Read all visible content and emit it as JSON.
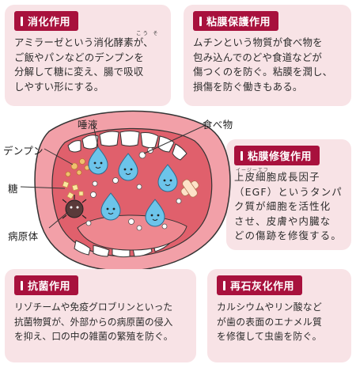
{
  "cards": {
    "digest": {
      "title": "消化作用",
      "body": "アミラーゼという消化酵素が、\nご飯やパンなどのデンプンを\n分解して糖に変え、腸で吸収\nしやすい形にする。",
      "ruby": "こう そ"
    },
    "mucosa_protect": {
      "title": "粘膜保護作用",
      "body": "ムチンという物質が食べ物を\n包み込んでのどや食道などが\n傷つくのを防ぐ。粘膜を潤し、\n損傷を防ぐ働きもある。"
    },
    "mucosa_repair": {
      "title": "粘膜修復作用",
      "body": "上皮細胞成長因子\n（EGF）というタンパ\nク質が細胞を活性化\nさせ、皮膚や内臓な\nどの傷跡を修復する。",
      "ruby": "イージーエフ"
    },
    "antibacterial": {
      "title": "抗菌作用",
      "body": "リゾチームや免疫グロブリンといった\n抗菌物質が、外部からの病原菌の侵入\nを抑え、口の中の雑菌の繁殖を防ぐ。"
    },
    "remineral": {
      "title": "再石灰化作用",
      "body": "カルシウムやリン酸など\nが歯の表面のエナメル質\nを修復して虫歯を防ぐ。"
    }
  },
  "labels": {
    "saliva": "唾液",
    "food": "食べ物",
    "starch": "デンプン",
    "sugar": "糖",
    "pathogen": "病原体"
  },
  "colors": {
    "accent": "#a8113d",
    "card_bg": "#f8e3e6",
    "lips": "#f2a0a8",
    "mouth_interior": "#e0606c",
    "drop": "#6cc4ea"
  }
}
